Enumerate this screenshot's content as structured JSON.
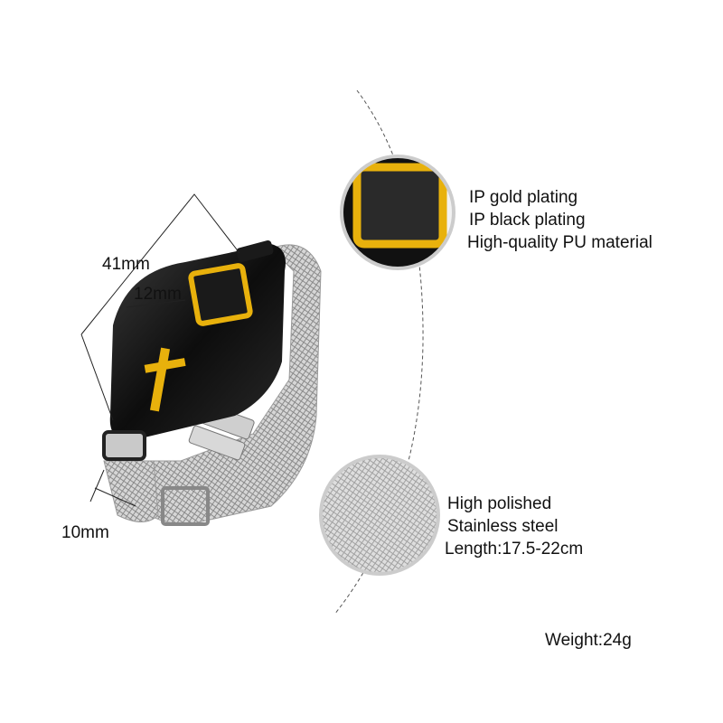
{
  "dimensions": {
    "length": "41mm",
    "width": "12mm",
    "band": "10mm"
  },
  "detail_top": {
    "lines": [
      "IP gold plating",
      "IP black plating",
      "High-quality PU material"
    ]
  },
  "detail_bottom": {
    "lines": [
      "High polished",
      "Stainless steel",
      "Length:17.5-22cm"
    ]
  },
  "weight": "Weight:24g",
  "colors": {
    "gold": "#e8b10c",
    "black": "#151515",
    "steel": "#b8b8b8"
  }
}
